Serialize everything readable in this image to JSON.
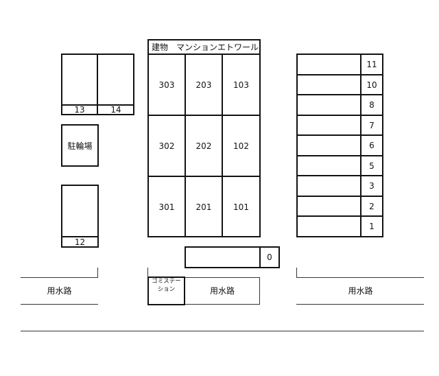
{
  "building": {
    "title": "建物　マンションエトワール",
    "units": [
      [
        "303",
        "203",
        "103"
      ],
      [
        "302",
        "202",
        "102"
      ],
      [
        "301",
        "201",
        "101"
      ]
    ]
  },
  "parking_left": {
    "pair_labels": [
      "13",
      "14"
    ],
    "single_label": "12"
  },
  "bike_parking": "駐輪場",
  "parking_right": [
    "11",
    "10",
    "8",
    "7",
    "6",
    "5",
    "3",
    "2",
    "1"
  ],
  "parking_zero": "0",
  "garbage_station": "ゴミステーション",
  "canal_labels": [
    "用水路",
    "用水路",
    "用水路"
  ]
}
